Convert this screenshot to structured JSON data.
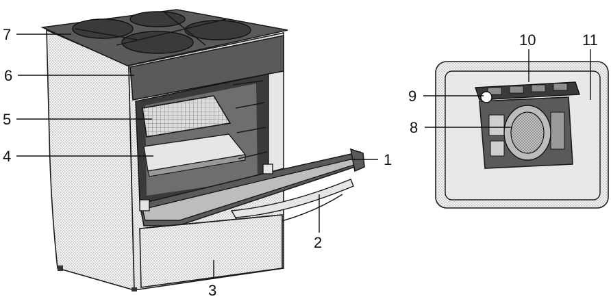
{
  "diagram": {
    "part_numbers": [
      {
        "id": "n1",
        "text": "1"
      },
      {
        "id": "n2",
        "text": "2"
      },
      {
        "id": "n3",
        "text": "3"
      },
      {
        "id": "n4",
        "text": "4"
      },
      {
        "id": "n5",
        "text": "5"
      },
      {
        "id": "n6",
        "text": "6"
      },
      {
        "id": "n7",
        "text": "7"
      },
      {
        "id": "n8",
        "text": "8"
      },
      {
        "id": "n9",
        "text": "9"
      },
      {
        "id": "n10",
        "text": "10"
      },
      {
        "id": "n11",
        "text": "11"
      }
    ]
  }
}
